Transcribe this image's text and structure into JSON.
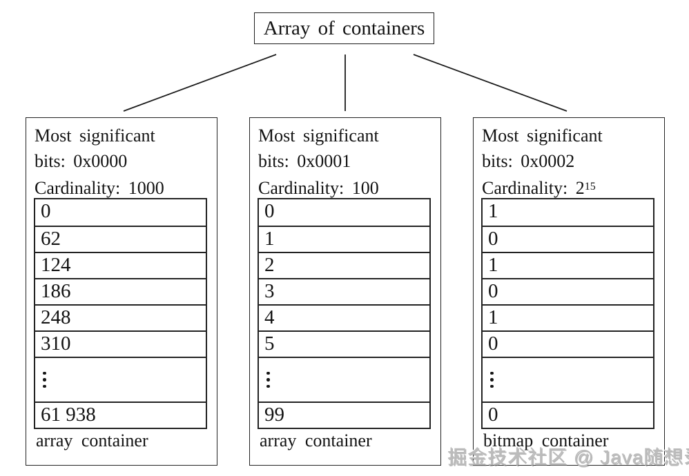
{
  "title": "Array of containers",
  "watermark": "掘金技术社区 @ Java随想录",
  "colors": {
    "line": "#1a1a1a",
    "text": "#121212",
    "watermark": "#bcbcbc",
    "background": "#ffffff"
  },
  "containers": [
    {
      "id": "0x0000",
      "header_line1": "Most significant",
      "header_line2": "bits: 0x0000",
      "cardinality_text": "Cardinality: 1000",
      "cardinality_sup": "",
      "rows": [
        "0",
        "62",
        "124",
        "186",
        "248",
        "310",
        "⋮",
        "61 938"
      ],
      "label": "array container"
    },
    {
      "id": "0x0001",
      "header_line1": "Most significant",
      "header_line2": "bits: 0x0001",
      "cardinality_text": "Cardinality: 100",
      "cardinality_sup": "",
      "rows": [
        "0",
        "1",
        "2",
        "3",
        "4",
        "5",
        "⋮",
        "99"
      ],
      "label": "array container"
    },
    {
      "id": "0x0002",
      "header_line1": "Most significant",
      "header_line2": "bits: 0x0002",
      "cardinality_text": "Cardinality: 2",
      "cardinality_sup": "15",
      "rows": [
        "1",
        "0",
        "1",
        "0",
        "1",
        "0",
        "⋮",
        "0"
      ],
      "label": "bitmap container"
    }
  ]
}
